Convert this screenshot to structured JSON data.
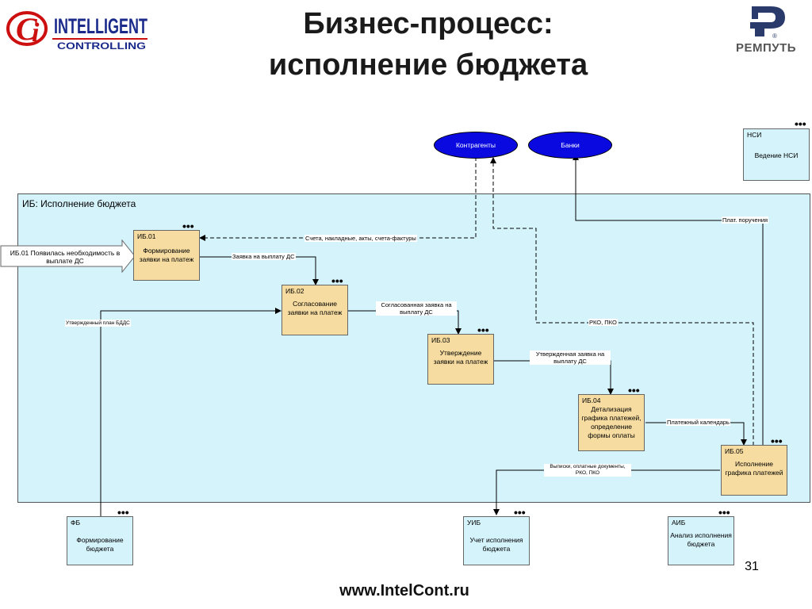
{
  "header": {
    "title_line1": "Бизнес-процесс:",
    "title_line2": "исполнение бюджета",
    "logo_left_big": "INTELLIGENT",
    "logo_left_small": "CONTROLLING",
    "logo_right_text": "РЕМПУТЬ",
    "logo_right_mark": "®"
  },
  "colors": {
    "pool_bg": "#d5f3fb",
    "process_fill": "#f6dca0",
    "external_ellipse": "#0a0ae0",
    "logo_red": "#cc1010",
    "logo_blue": "#1a2a8a"
  },
  "entities": {
    "counterparties": "Контрагенты",
    "banks": "Банки"
  },
  "pool": {
    "title": "ИБ: Исполнение бюджета"
  },
  "nsi": {
    "code": "НСИ",
    "name": "Ведение НСИ"
  },
  "trigger": {
    "text": "ИБ.01 Появилась необходимость в выплате ДС"
  },
  "processes": [
    {
      "code": "ИБ.01",
      "name": "Формирование заявки на платеж"
    },
    {
      "code": "ИБ.02",
      "name": "Согласование заявки на платеж"
    },
    {
      "code": "ИБ.03",
      "name": "Утверждение заявки на платеж"
    },
    {
      "code": "ИБ.04",
      "name": "Детализация графика платежей, определение формы оплаты"
    },
    {
      "code": "ИБ.05",
      "name": "Исполнение графика платежей"
    }
  ],
  "external_processes": [
    {
      "code": "ФБ",
      "name": "Формирование бюджета"
    },
    {
      "code": "УИБ",
      "name": "Учет исполнения бюджета"
    },
    {
      "code": "АИБ",
      "name": "Анализ исполнения бюджета"
    }
  ],
  "flows": {
    "invoices": "Счета, накладные, акты, счета-фактуры",
    "payment_request": "Заявка на выплату ДС",
    "approved_request": "Согласованная заявка на выплату ДС",
    "confirmed_request": "Утвержденная заявка на выплату ДС",
    "payment_calendar": "Платежный календарь",
    "payment_orders": "Плат. поручения",
    "rko_pko": "РКО, ПКО",
    "bdds_plan": "Утвержденный план БДДС",
    "statements": "Выписки, оплатные документы, РКО, ПКО"
  },
  "more_icon": "ellipsis-icon",
  "footer": {
    "url": "www.IntelCont.ru",
    "page": "31"
  }
}
